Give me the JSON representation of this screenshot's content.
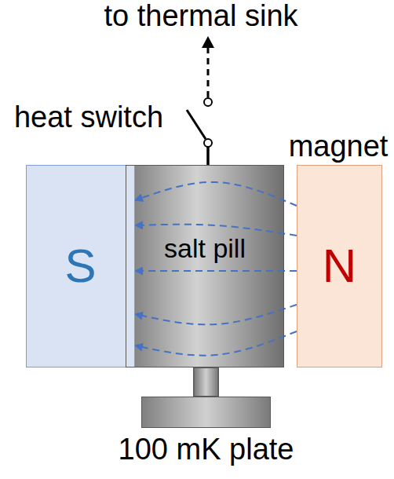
{
  "diagram": {
    "nodes": [
      {
        "text": [
          "S"
        ]
      },
      {
        "text": [
          "salt pill"
        ]
      },
      {
        "text": [
          "N"
        ]
      },
      {
        "text": [
          "100 mK plate"
        ]
      }
    ],
    "edges": [
      {
        "from": 2,
        "to": 0,
        "arrow": "to"
      },
      {
        "from": 2,
        "to": 0,
        "arrow": "to"
      },
      {
        "from": 2,
        "to": 0,
        "arrow": "to"
      },
      {
        "from": 2,
        "to": 0,
        "arrow": "to"
      },
      {
        "from": 2,
        "to": 0,
        "arrow": "to"
      },
      {
        "from": 1,
        "to": 3,
        "arrow": "none"
      }
    ],
    "labels": [
      "to thermal sink",
      "heat switch",
      "magnet"
    ]
  }
}
